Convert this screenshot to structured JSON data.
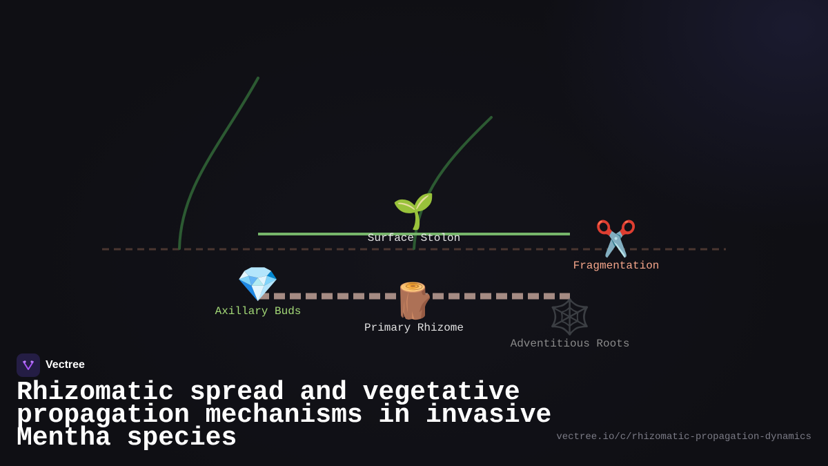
{
  "brand": {
    "name": "Vectree",
    "logo_icon": "v-logo-icon",
    "accent": "#a855f7"
  },
  "title": "Rhizomatic spread and vegetative propagation mechanisms in invasive Mentha species",
  "url": "vectree.io/c/rhizomatic-propagation-dynamics",
  "diagram": {
    "nodes": [
      {
        "id": "surface-stolon",
        "label": "Surface Stolon",
        "icon": "seedling-icon",
        "glyph": "🌱",
        "color": "#e5e5e5"
      },
      {
        "id": "fragmentation",
        "label": "Fragmentation",
        "icon": "scissors-icon",
        "glyph": "✂️",
        "color": "#f4a58a"
      },
      {
        "id": "axillary-buds",
        "label": "Axillary Buds",
        "icon": "gem-icon",
        "glyph": "💎",
        "color": "#a3d977"
      },
      {
        "id": "primary-rhizome",
        "label": "Primary Rhizome",
        "icon": "log-icon",
        "glyph": "🪵",
        "color": "#e0e0e0"
      },
      {
        "id": "adventitious-roots",
        "label": "Adventitious Roots",
        "icon": "web-icon",
        "glyph": "🕸️",
        "color": "#8a8a8a"
      }
    ],
    "colors": {
      "soil_line": "#4a3630",
      "stolon": "#76b56a",
      "shoot": "#2c5a32",
      "rhizome": "#a58b83"
    }
  }
}
